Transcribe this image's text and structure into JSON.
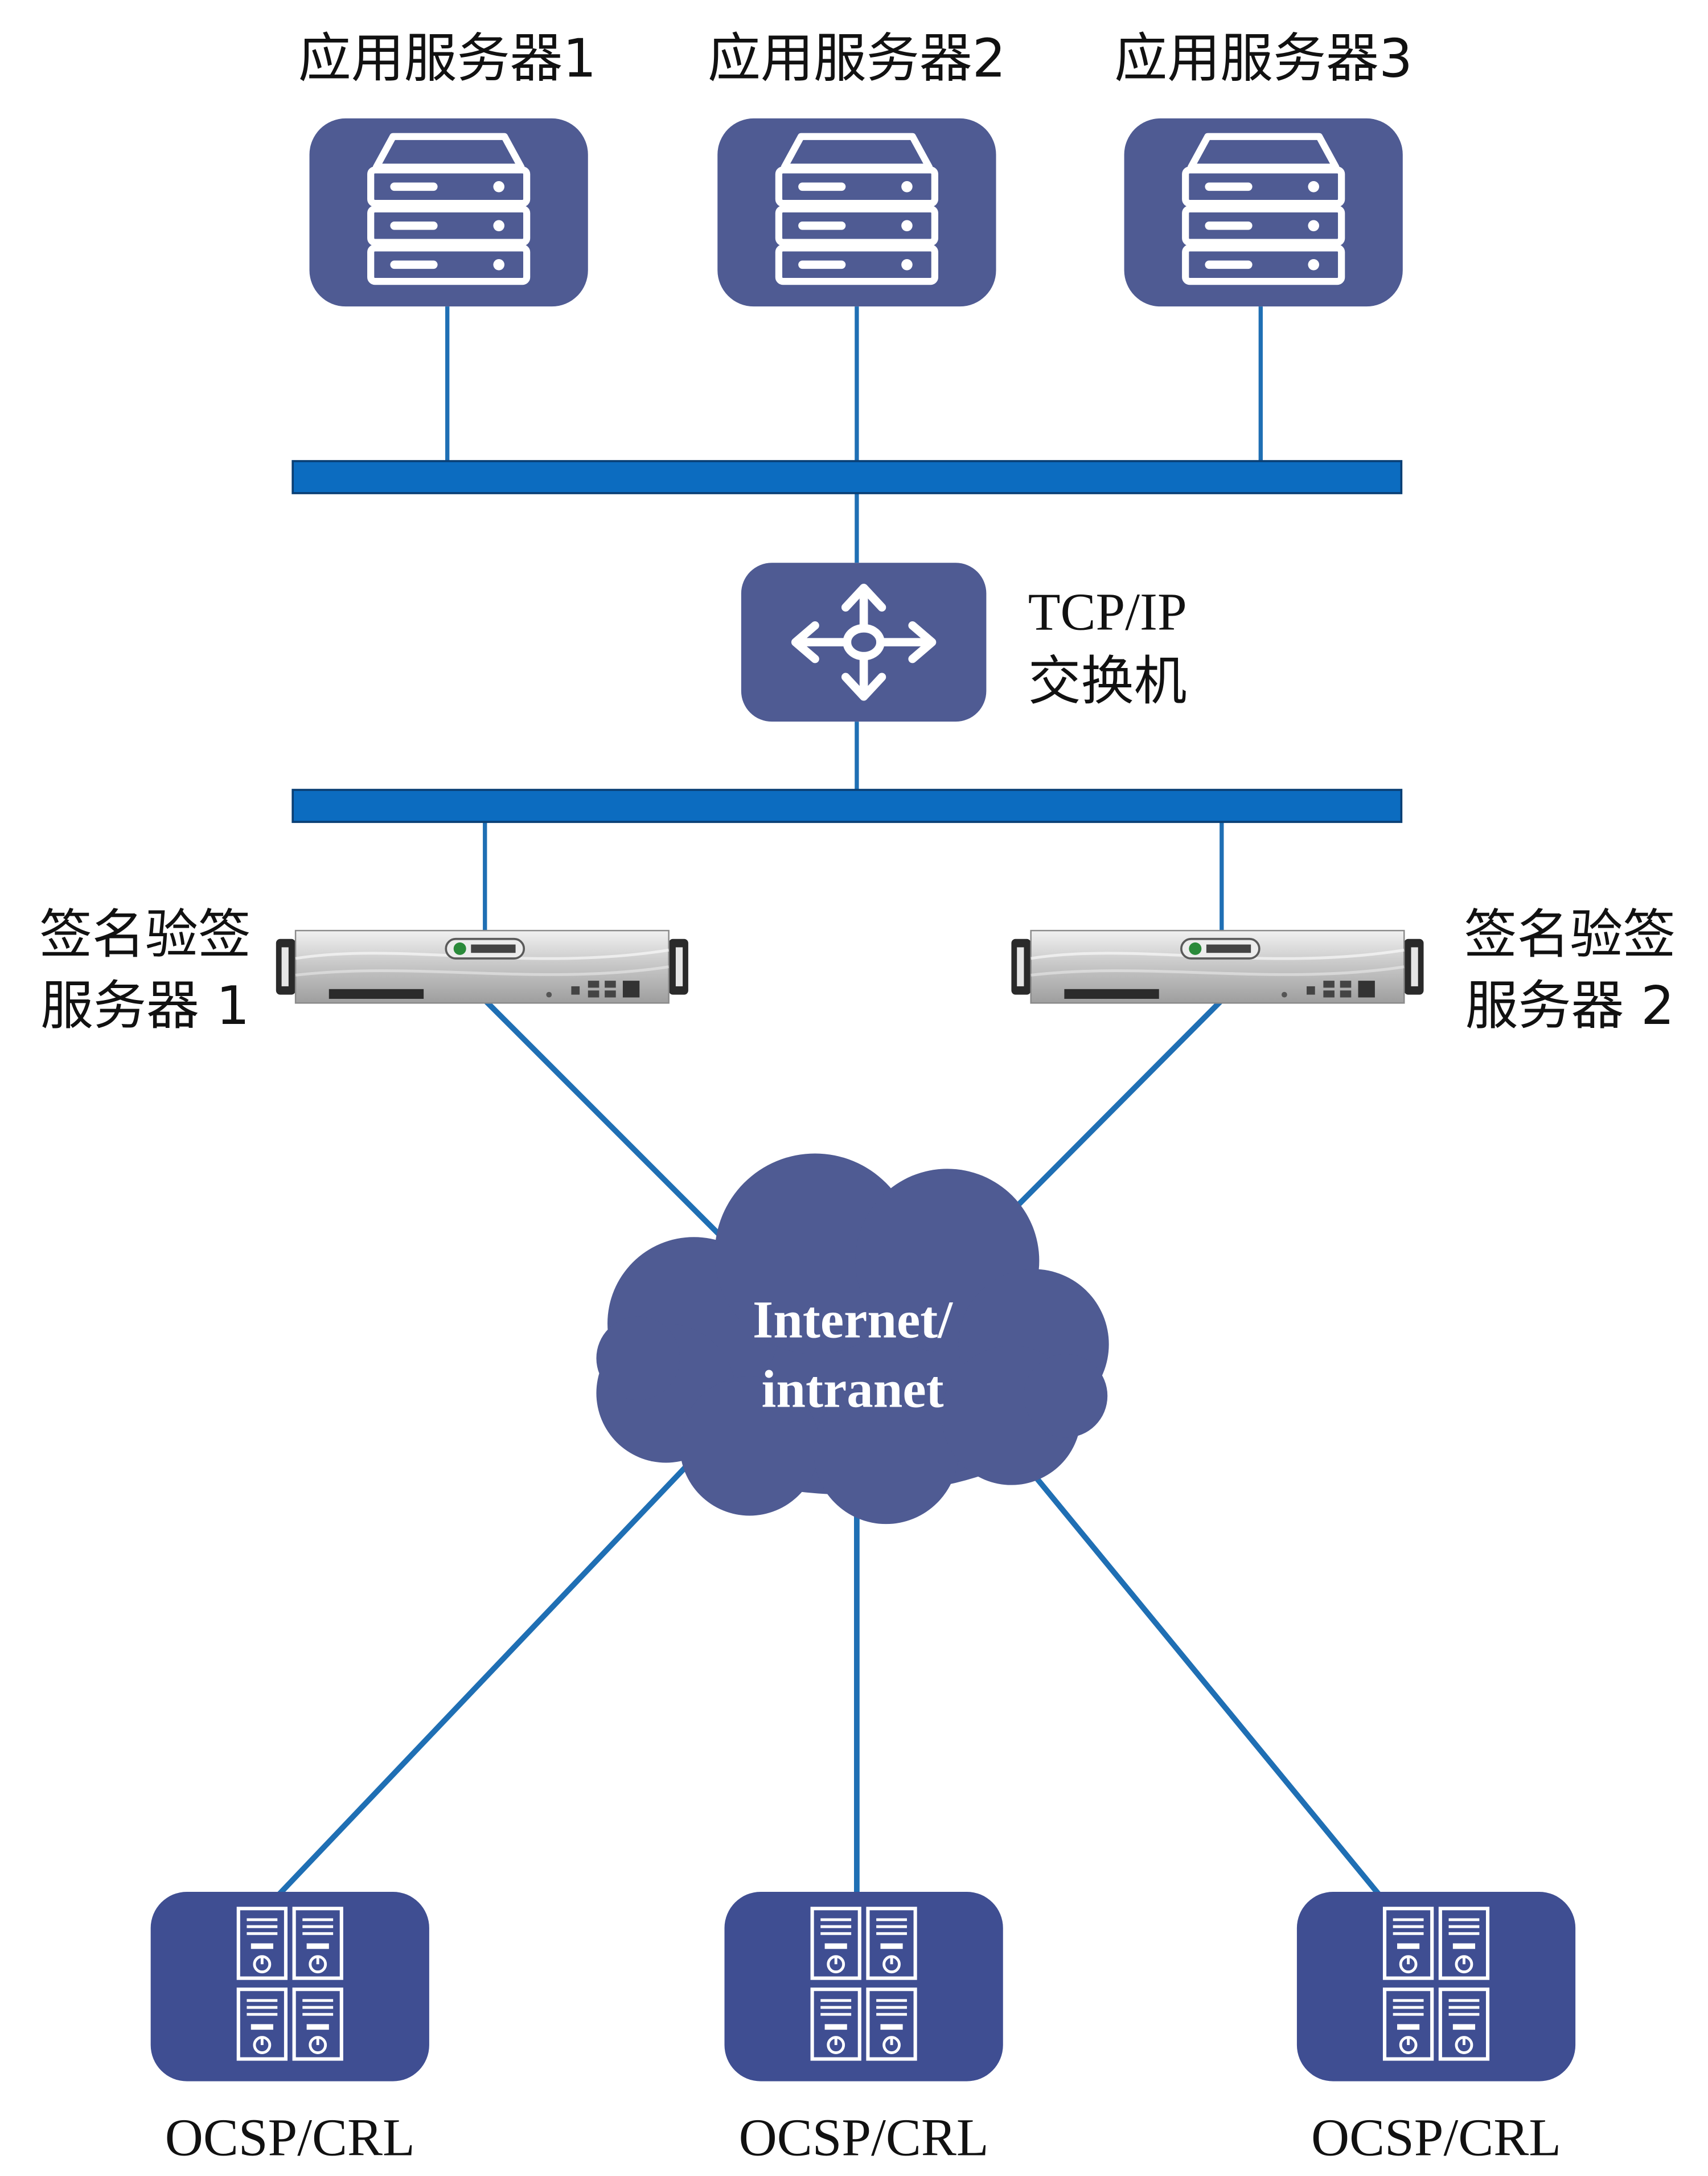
{
  "colors": {
    "tile": "#4f5b93",
    "tile_dark": "#3f4e92",
    "link": "#1f6fb4",
    "bus": "#0c6cc0",
    "bus_border": "#0a3f74",
    "text": "#111111"
  },
  "app_servers": [
    {
      "label": "应用服务器1",
      "icon": "server-stack-icon"
    },
    {
      "label": "应用服务器2",
      "icon": "server-stack-icon"
    },
    {
      "label": "应用服务器3",
      "icon": "server-stack-icon"
    }
  ],
  "switch": {
    "label_line1": "TCP/IP",
    "label_line2": "交换机",
    "icon": "four-way-arrows-icon"
  },
  "sign_servers": [
    {
      "label_line1": "签名验签",
      "label_line2": "服务器 1",
      "icon": "rack-server-icon"
    },
    {
      "label_line1": "签名验签",
      "label_line2": "服务器 2",
      "icon": "rack-server-icon"
    }
  ],
  "cloud": {
    "label_line1": "Internet/",
    "label_line2": "intranet",
    "icon": "cloud-icon"
  },
  "ocsp_servers": [
    {
      "label": "OCSP/CRL",
      "icon": "server-tower-icon"
    },
    {
      "label": "OCSP/CRL",
      "icon": "server-tower-icon"
    },
    {
      "label": "OCSP/CRL",
      "icon": "server-tower-icon"
    }
  ]
}
